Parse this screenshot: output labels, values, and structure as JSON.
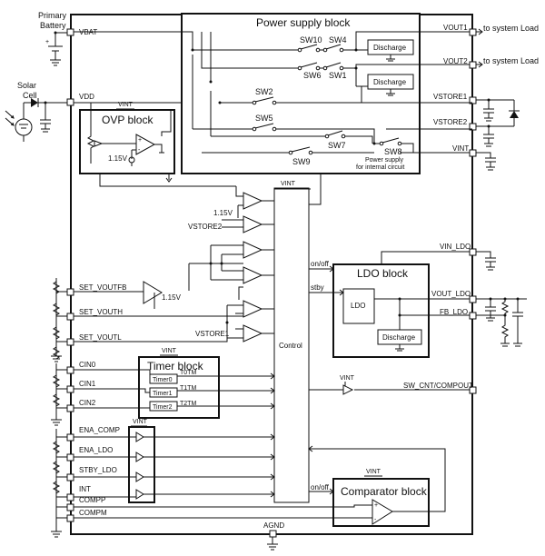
{
  "external": {
    "primary_battery": [
      "Primary",
      "Battery"
    ],
    "solar_cell": [
      "Solar",
      "Cell"
    ],
    "to_system_load_1": "to system Load",
    "to_system_load_2": "to system Load"
  },
  "pins_left": {
    "vbat": "VBAT",
    "vdd": "VDD",
    "set_voutfb": "SET_VOUTFB",
    "set_vouth": "SET_VOUTH",
    "set_voutl": "SET_VOUTL",
    "cin0": "CIN0",
    "cin1": "CIN1",
    "cin2": "CIN2",
    "ena_comp": "ENA_COMP",
    "ena_ldo": "ENA_LDO",
    "stby_ldo": "STBY_LDO",
    "int": "INT",
    "compp": "COMPP",
    "compm": "COMPM"
  },
  "pins_right": {
    "vout1": "VOUT1",
    "vout2": "VOUT2",
    "vstore1": "VSTORE1",
    "vstore2": "VSTORE2",
    "vint": "VINT",
    "vin_ldo": "VIN_LDO",
    "vout_ldo": "VOUT_LDO",
    "fb_ldo": "FB_LDO",
    "sw_cnt": "SW_CNT/COMPOUT"
  },
  "pin_bottom": {
    "agnd": "AGND"
  },
  "blocks": {
    "power_supply": "Power supply block",
    "ovp": "OVP block",
    "ldo": "LDO block",
    "timer": "Timer block",
    "comparator": "Comparator block",
    "control": "Control"
  },
  "power_supply": {
    "sw10": "SW10",
    "sw4": "SW4",
    "sw6": "SW6",
    "sw1": "SW1",
    "sw2": "SW2",
    "sw5": "SW5",
    "sw9": "SW9",
    "sw7": "SW7",
    "sw8": "SW8",
    "discharge_1": "Discharge",
    "discharge_2": "Discharge",
    "internal_note": [
      "Power supply",
      "for internal circuit"
    ]
  },
  "ldo_block": {
    "ldo": "LDO",
    "discharge": "Discharge",
    "on_off": "on/off",
    "stby": "stby"
  },
  "timer_block": {
    "timers": [
      "Timer0",
      "Timer1",
      "Timer2"
    ],
    "outputs": [
      "T0TM",
      "T1TM",
      "T2TM"
    ]
  },
  "comparator_block": {
    "on_off": "on/off"
  },
  "internal": {
    "vint_labels": [
      "VINT",
      "VINT",
      "VINT",
      "VINT",
      "VINT",
      "VINT"
    ],
    "ref_115_ovp": "1.15V",
    "ref_115_cmp": "1.15V",
    "ref_115_fb": "1.15V",
    "vstore2": "VSTORE2",
    "vstore1": "VSTORE1"
  }
}
